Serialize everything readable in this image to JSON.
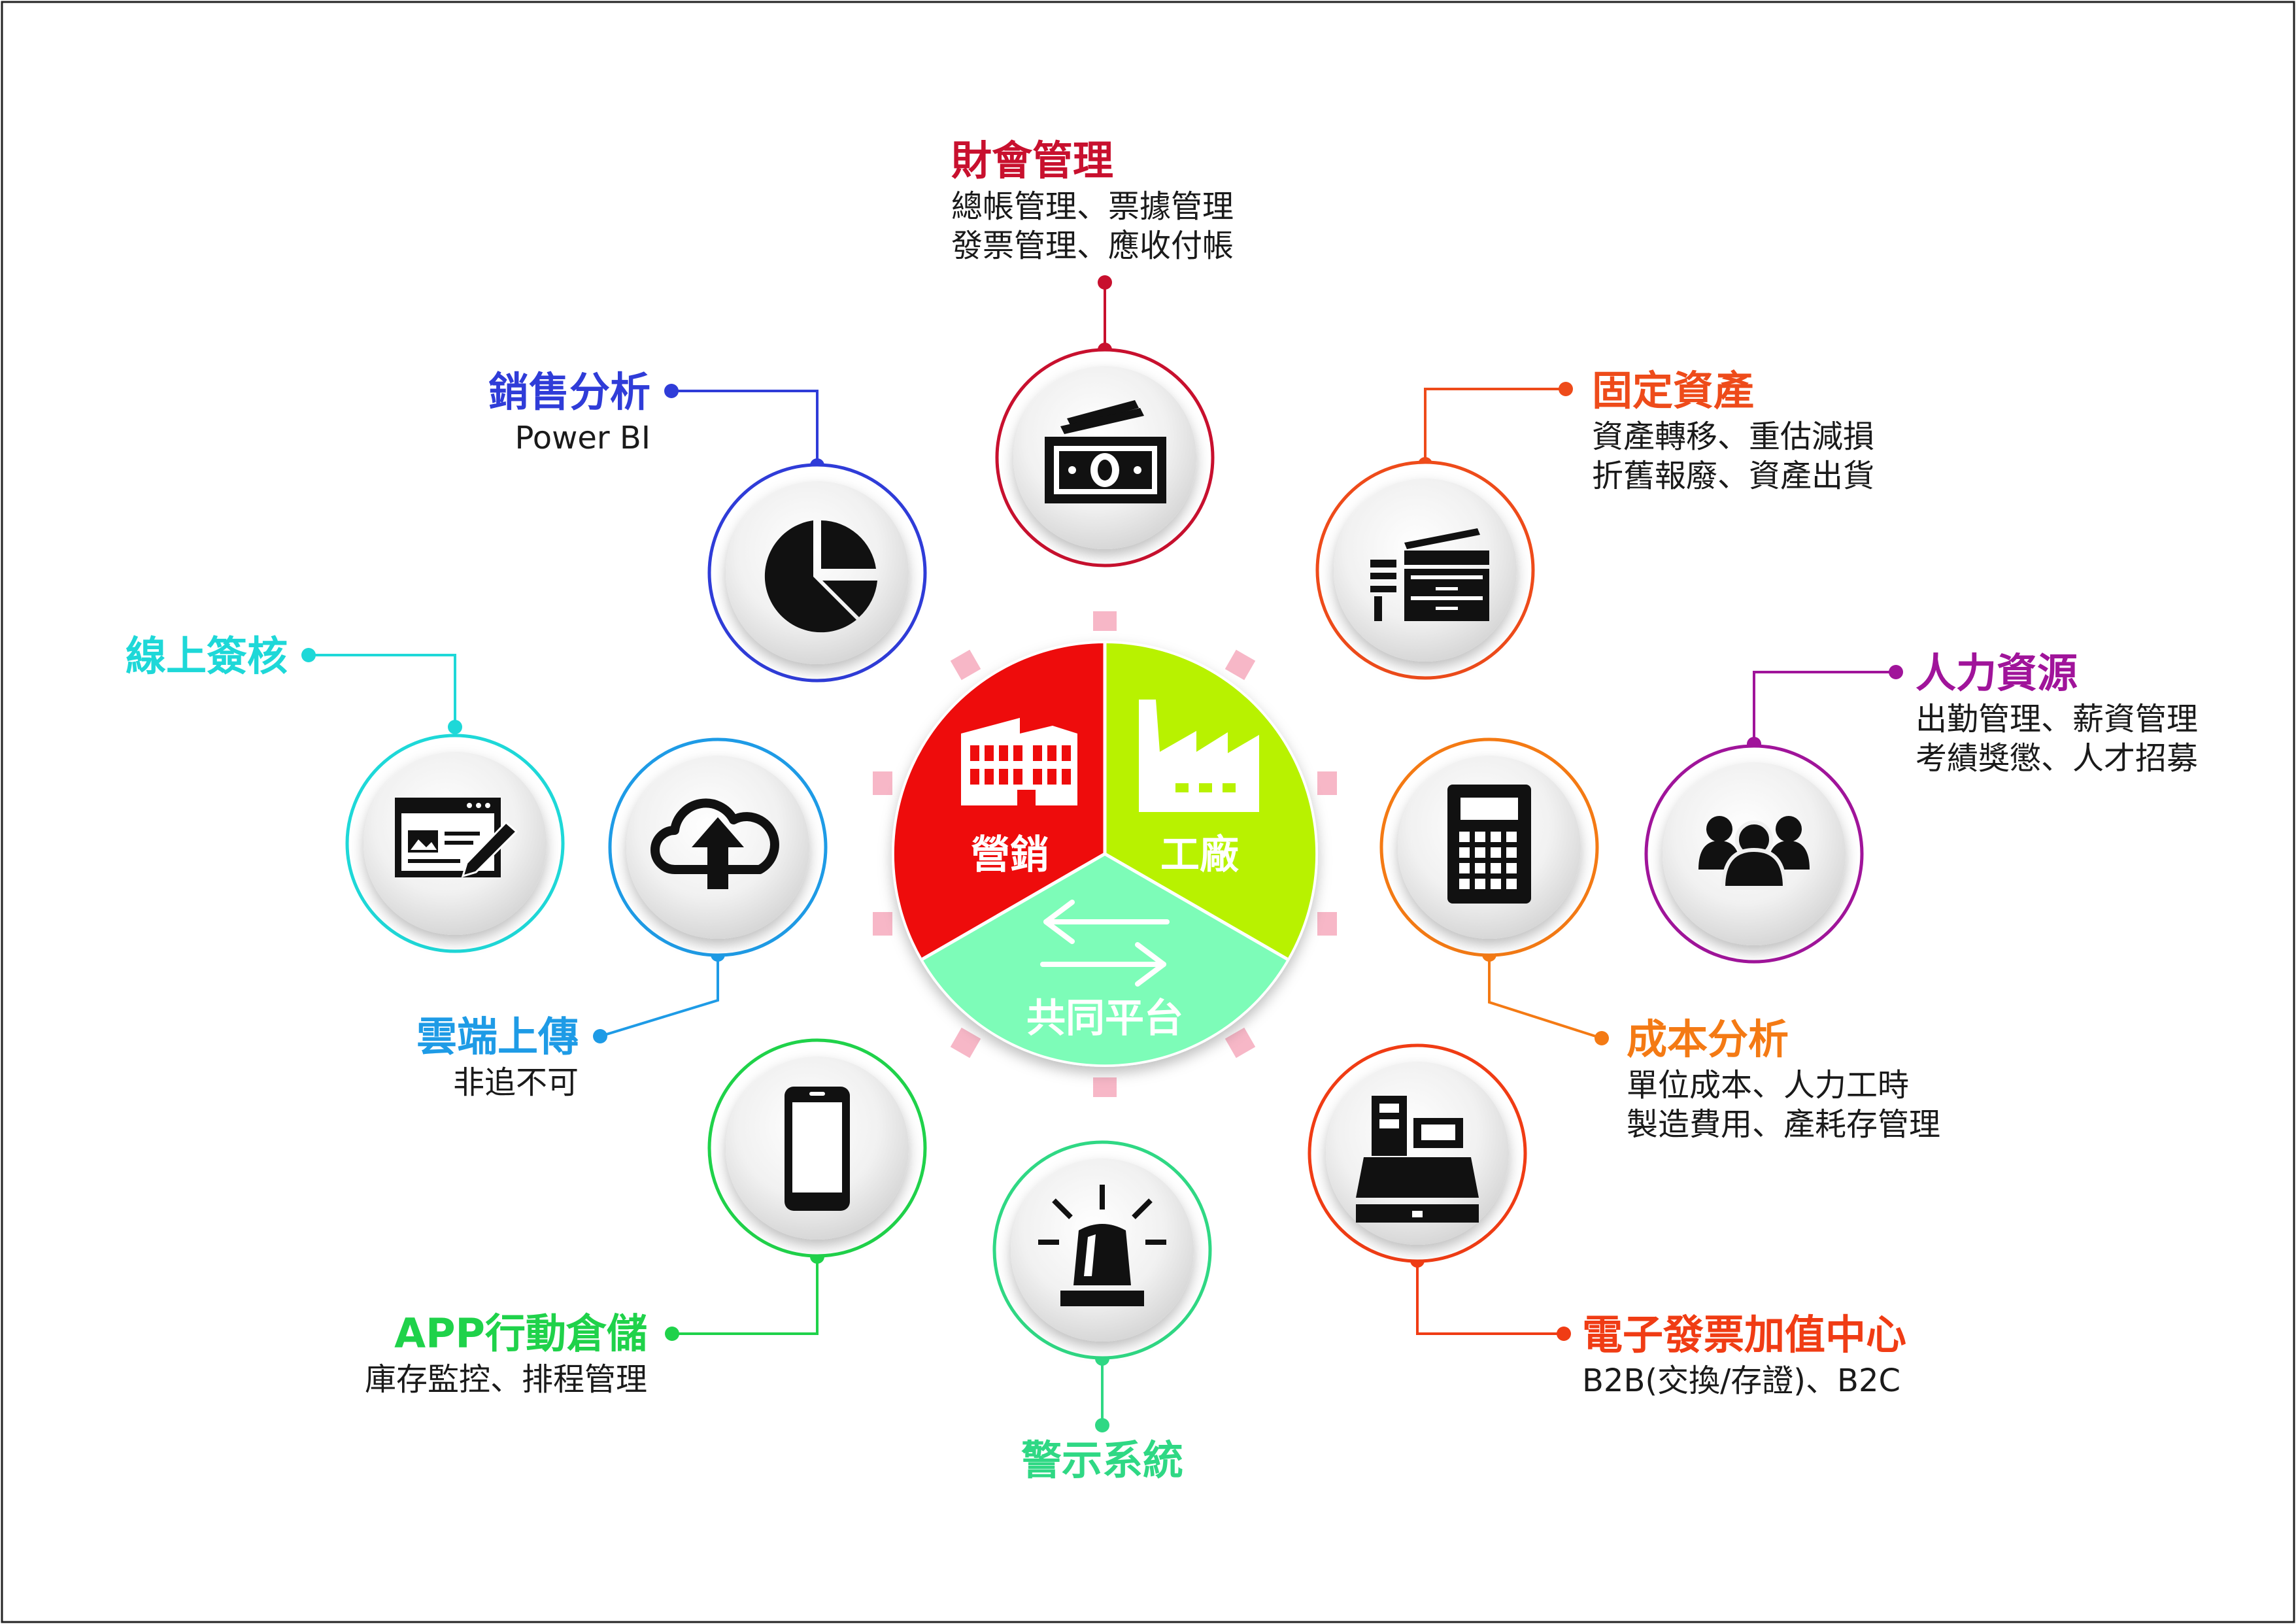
{
  "colors": {
    "finance": "#c8102e",
    "fixed_assets": "#ee4b1a",
    "hr": "#a0149a",
    "cost": "#f47a14",
    "einvoice": "#f03c14",
    "alert": "#2fd884",
    "app": "#1fd24a",
    "cloud": "#1e9be6",
    "signoff": "#1ed8d8",
    "sales": "#2f3cd8",
    "hub_marketing": "#ee0c0c",
    "hub_factory": "#b8f200",
    "hub_platform": "#7dfcb8"
  },
  "hub": {
    "marketing_label": "營銷",
    "factory_label": "工廠",
    "platform_label": "共同平台",
    "marketing_icon": "building-icon",
    "factory_icon": "factory-icon",
    "platform_icon": "exchange-arrows-icon"
  },
  "modules": {
    "finance": {
      "title": "財會管理",
      "lines": [
        "總帳管理、票據管理",
        "發票管理、應收付帳"
      ],
      "icon": "money-icon"
    },
    "fixed_assets": {
      "title": "固定資產",
      "lines": [
        "資產轉移、重估減損",
        "折舊報廢、資產出貨"
      ],
      "icon": "copier-icon"
    },
    "hr": {
      "title": "人力資源",
      "lines": [
        "出勤管理、薪資管理",
        "考績獎懲、人才招募"
      ],
      "icon": "people-icon"
    },
    "cost": {
      "title": "成本分析",
      "lines": [
        "單位成本、人力工時",
        "製造費用、產耗存管理"
      ],
      "icon": "calculator-icon"
    },
    "einvoice": {
      "title": "電子發票加值中心",
      "lines": [
        "B2B(交換/存證)、B2C"
      ],
      "icon": "cash-register-icon"
    },
    "alert": {
      "title": "警示系統",
      "lines": [],
      "icon": "siren-icon"
    },
    "app": {
      "title": "APP行動倉儲",
      "lines": [
        "庫存監控、排程管理"
      ],
      "icon": "smartphone-icon"
    },
    "cloud": {
      "title": "雲端上傳",
      "lines": [
        "非追不可"
      ],
      "icon": "cloud-upload-icon"
    },
    "signoff": {
      "title": "線上簽核",
      "lines": [],
      "icon": "web-form-icon"
    },
    "sales": {
      "title": "銷售分析",
      "lines": [
        "Power BI"
      ],
      "icon": "pie-chart-icon"
    }
  }
}
